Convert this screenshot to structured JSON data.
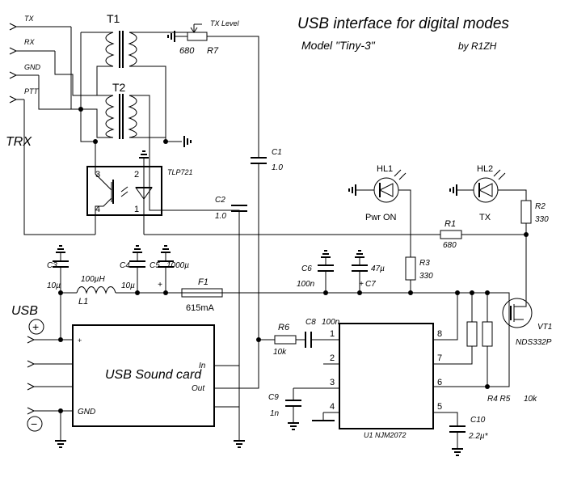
{
  "title": "USB interface for digital modes",
  "model": "Model \"Tiny-3\"",
  "author": "by R1ZH",
  "trx": {
    "label": "TRX",
    "pins": [
      "TX",
      "RX",
      "GND",
      "PTT"
    ]
  },
  "usb": {
    "label": "USB",
    "plus": "+",
    "minus": "−"
  },
  "transformers": [
    "T1",
    "T2"
  ],
  "tx_level": "TX Level",
  "r7": {
    "name": "R7",
    "value": "680"
  },
  "optocoupler": {
    "name": "TLP721",
    "pins": [
      "3",
      "2",
      "4",
      "1"
    ]
  },
  "c1": {
    "name": "C1",
    "value": "1.0"
  },
  "c2": {
    "name": "C2",
    "value": "1.0"
  },
  "hl1": {
    "name": "HL1",
    "label": "Pwr ON"
  },
  "hl2": {
    "name": "HL2",
    "label": "TX"
  },
  "r1": {
    "name": "R1",
    "value": "680"
  },
  "r2": {
    "name": "R2",
    "value": "330"
  },
  "r3": {
    "name": "R3",
    "value": "330"
  },
  "c3": {
    "name": "C3",
    "value": "10µ"
  },
  "c4": {
    "name": "C4",
    "value": "10µ"
  },
  "c5": {
    "name": "C5",
    "value": "1000µ"
  },
  "c6": {
    "name": "C6",
    "value": "100n"
  },
  "c7": {
    "name": "C7",
    "value": "47µ"
  },
  "l1": {
    "name": "L1",
    "value": "100µH"
  },
  "f1": {
    "name": "F1",
    "value": "615mA"
  },
  "r6": {
    "name": "R6",
    "value": "10k"
  },
  "c8": {
    "name": "C8",
    "value": "100n"
  },
  "c9": {
    "name": "C9",
    "value": "1n"
  },
  "c10": {
    "name": "C10",
    "value": "2.2µ*"
  },
  "r4r5": {
    "names": "R4 R5",
    "value": "10k"
  },
  "vt1": {
    "name": "VT1",
    "part": "NDS332P"
  },
  "sound_card": {
    "label": "USB  Sound card",
    "plus": "+",
    "in": "In",
    "out": "Out",
    "gnd": "GND"
  },
  "u1": {
    "label": "U1  NJM2072",
    "pins_left": [
      "1",
      "2",
      "3",
      "4"
    ],
    "pins_right": [
      "8",
      "7",
      "6",
      "5"
    ]
  }
}
